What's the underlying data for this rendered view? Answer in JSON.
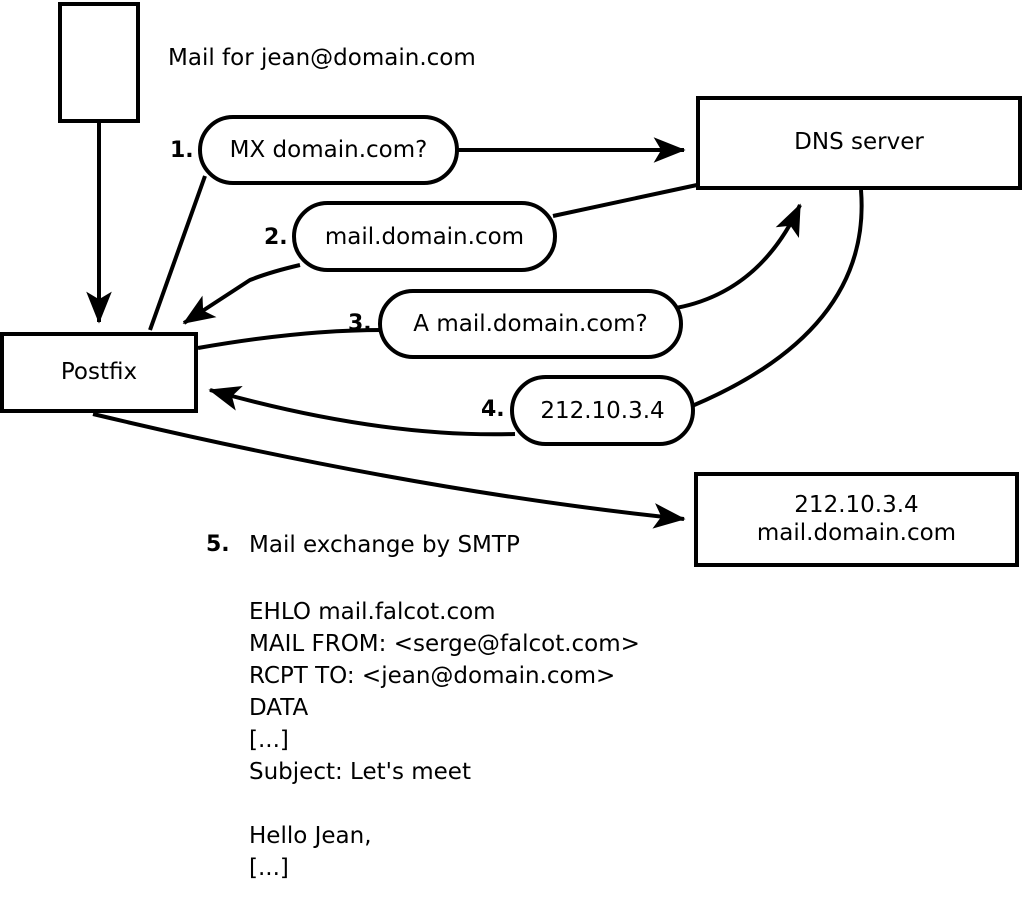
{
  "diagram": {
    "title": "Mail for jean@domain.com",
    "nodes": {
      "client": "",
      "postfix": "Postfix",
      "dns": "DNS server",
      "target": "212.10.3.4\nmail.domain.com"
    },
    "steps": [
      {
        "num": "1.",
        "label": "MX domain.com?"
      },
      {
        "num": "2.",
        "label": "mail.domain.com"
      },
      {
        "num": "3.",
        "label": "A mail.domain.com?"
      },
      {
        "num": "4.",
        "label": "212.10.3.4"
      }
    ],
    "step5": {
      "num": "5.",
      "label": "Mail exchange by SMTP"
    },
    "transcript": "EHLO mail.falcot.com\nMAIL FROM: <serge@falcot.com>\nRCPT TO: <jean@domain.com>\nDATA\n[...]\nSubject: Let's meet\n\nHello Jean,\n[...]\n\n."
  },
  "colors": {
    "stroke": "#000000",
    "background": "#ffffff"
  }
}
